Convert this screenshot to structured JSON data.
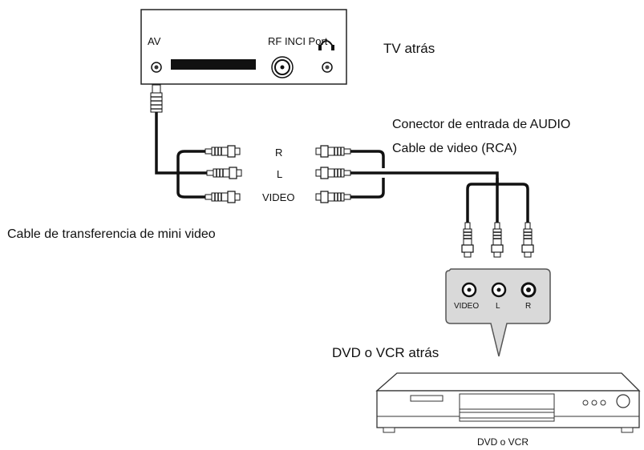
{
  "tv": {
    "caption": "TV atrás",
    "av_label": "AV",
    "rf_label": "RF INCI Port"
  },
  "cable_labels": {
    "audio_connector": "Conector de entrada de AUDIO",
    "rca_cable": "Cable de video (RCA)",
    "mini_video_cable": "Cable de transferencia de mini video"
  },
  "plug_labels": [
    "R",
    "L",
    "VIDEO"
  ],
  "jack_panel": {
    "jacks": [
      "VIDEO",
      "L",
      "R"
    ]
  },
  "player": {
    "caption": "DVD o VCR atrás",
    "device_label": "DVD o VCR"
  }
}
